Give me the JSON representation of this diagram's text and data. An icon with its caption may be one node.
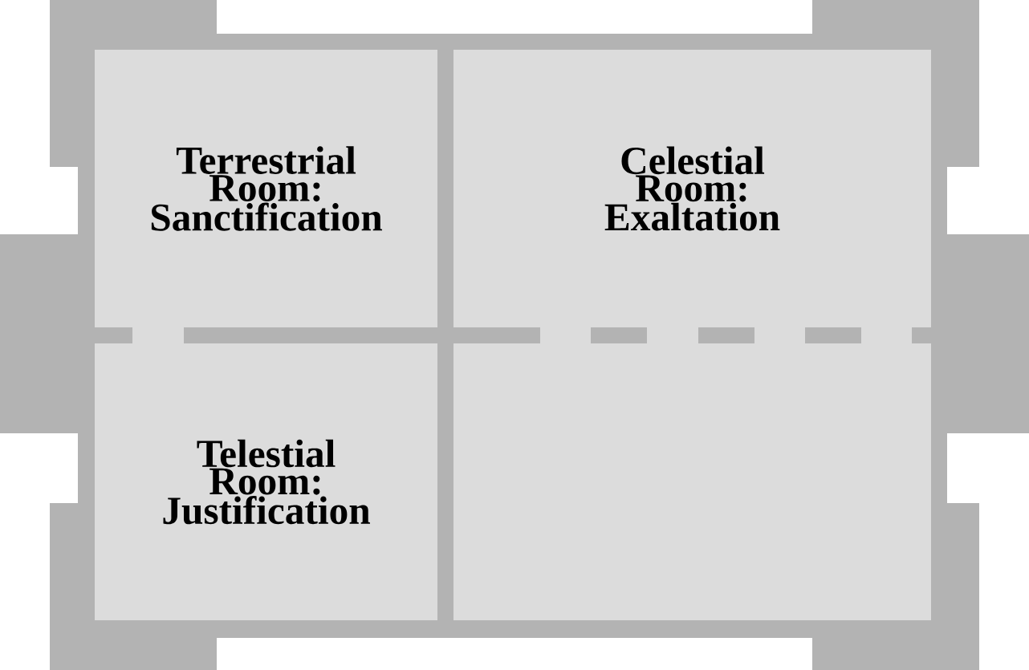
{
  "diagram": {
    "nodes": [
      {
        "text": [
          "Terrestrial Room: Sanctification"
        ]
      },
      {
        "text": [
          "Celestial Room: Exaltation"
        ]
      },
      {
        "text": [
          "Telestial Room: Justification"
        ]
      },
      {
        "text": [],
        "shape": "box"
      }
    ]
  }
}
